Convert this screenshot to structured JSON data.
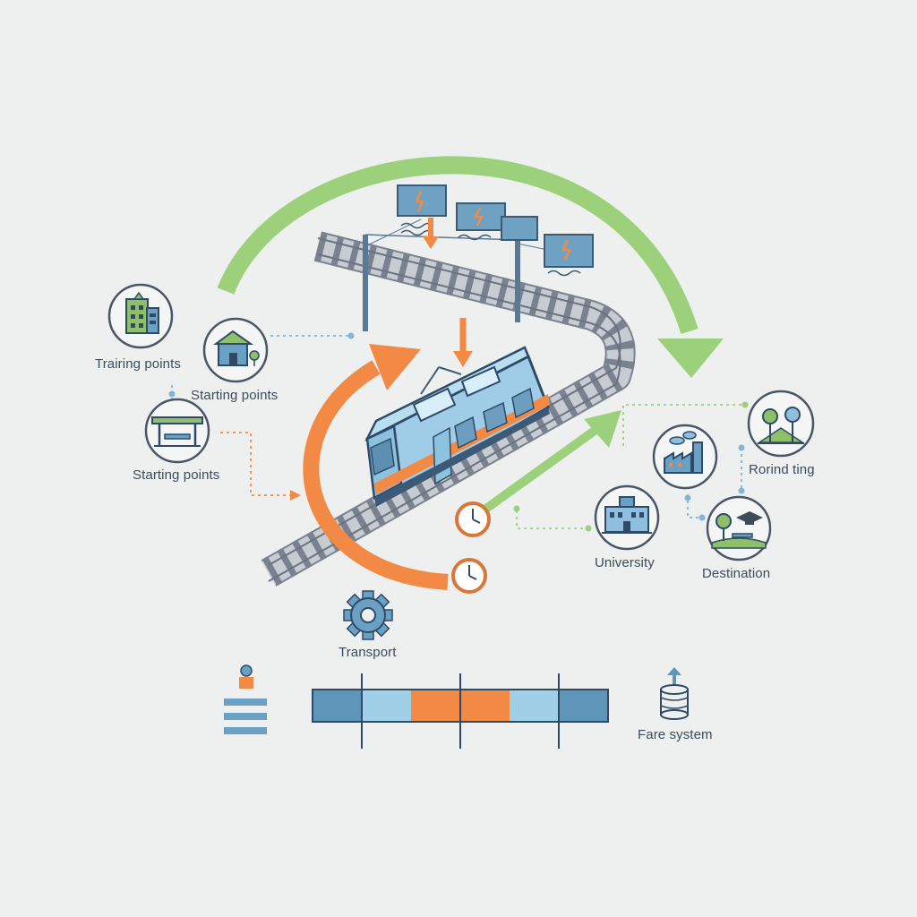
{
  "labels": {
    "training_points": "Trairing points",
    "starting_points_upper": "Starting points",
    "starting_points_lower": "Starting points",
    "rorind_ting": "Rorind ting",
    "university": "University",
    "destination": "Destination",
    "transport": "Transport",
    "fare_system": "Fare system"
  },
  "colors": {
    "background": "#eef0ef",
    "green_arrow": "#9cd07a",
    "orange_arrow": "#f28a45",
    "train_body": "#9fcce6",
    "train_stripe": "#f28a45",
    "track": "#7a8290",
    "node_ring": "#4a5566",
    "blue_dark": "#5f95b8",
    "blue_light": "#9fd0e8",
    "orange": "#f28a45"
  },
  "fare_bar": {
    "segments": [
      "blue-dark",
      "blue-light",
      "orange",
      "orange",
      "blue-light",
      "blue-dark"
    ]
  },
  "icons": [
    "office-building-icon",
    "house-station-icon",
    "bus-shelter-icon",
    "trees-park-icon",
    "factory-icon",
    "university-building-icon",
    "graduation-park-icon",
    "gear-icon",
    "clock-icon",
    "person-icon",
    "coin-stack-icon",
    "power-sign-icon",
    "tram-icon"
  ]
}
